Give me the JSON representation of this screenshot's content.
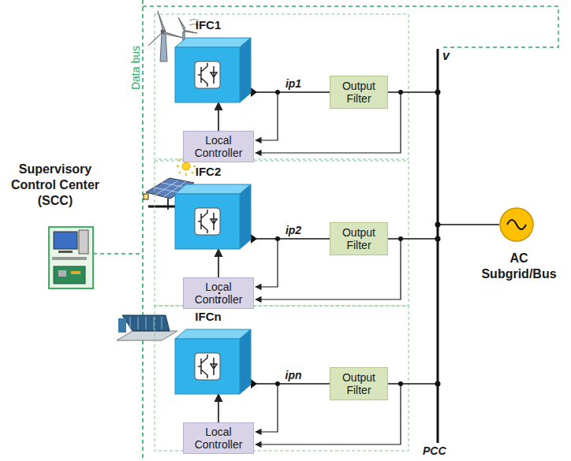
{
  "diagram": {
    "nodes": [
      {
        "text": [
          "IFC1"
        ]
      },
      {
        "text": [
          "Output Filter"
        ]
      },
      {
        "text": [
          "Local Controller"
        ]
      },
      {
        "text": [
          "IFC2"
        ]
      },
      {
        "text": [
          "Output Filter"
        ]
      },
      {
        "text": [
          "Local Controller"
        ]
      },
      {
        "text": [
          "IFCn"
        ]
      },
      {
        "text": [
          "Output Filter"
        ]
      },
      {
        "text": [
          "Local Controller"
        ]
      }
    ],
    "edges": [
      {
        "from": 0,
        "to": 1,
        "label": "ip1",
        "arrow": "none"
      },
      {
        "from": 2,
        "to": 0,
        "arrow": "to"
      },
      {
        "from": 3,
        "to": 4,
        "label": "ip2",
        "arrow": "none"
      },
      {
        "from": 5,
        "to": 3,
        "arrow": "to"
      },
      {
        "from": 6,
        "to": 7,
        "label": "ipn",
        "arrow": "none"
      },
      {
        "from": 8,
        "to": 6,
        "arrow": "to"
      }
    ],
    "labels": [
      "Supervisory Control Center (SCC)",
      "Data bus",
      "v",
      "PCC",
      "AC Subgrid/Bus",
      "⋮"
    ]
  }
}
